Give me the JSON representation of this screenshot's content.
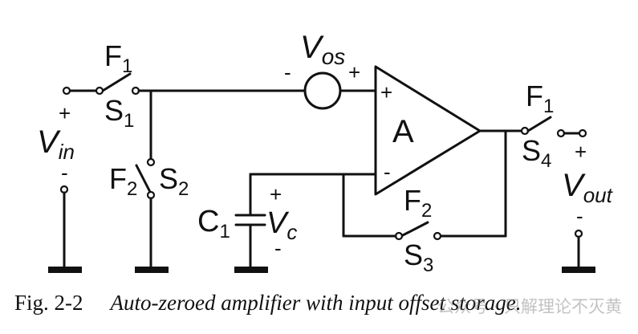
{
  "labels": {
    "f1_in": {
      "main": "F",
      "sub": "1"
    },
    "s1": {
      "main": "S",
      "sub": "1"
    },
    "vin": {
      "main": "V",
      "sub": "in"
    },
    "f2_s2": {
      "main": "F",
      "sub": "2"
    },
    "s2": {
      "main": "S",
      "sub": "2"
    },
    "c1": {
      "main": "C",
      "sub": "1"
    },
    "vc": {
      "main": "V",
      "sub": "c"
    },
    "vos": {
      "main": "V",
      "sub": "os"
    },
    "amp": "A",
    "f2_s3": {
      "main": "F",
      "sub": "2"
    },
    "s3": {
      "main": "S",
      "sub": "3"
    },
    "f1_out": {
      "main": "F",
      "sub": "1"
    },
    "s4": {
      "main": "S",
      "sub": "4"
    },
    "vout": {
      "main": "V",
      "sub": "out"
    }
  },
  "signs": {
    "plus": "+",
    "minus": "-"
  },
  "caption": {
    "number": "Fig. 2-2",
    "text": "Auto-zeroed amplifier with input offset storage."
  },
  "watermark": "公众号 · 只解理论不灭黄"
}
